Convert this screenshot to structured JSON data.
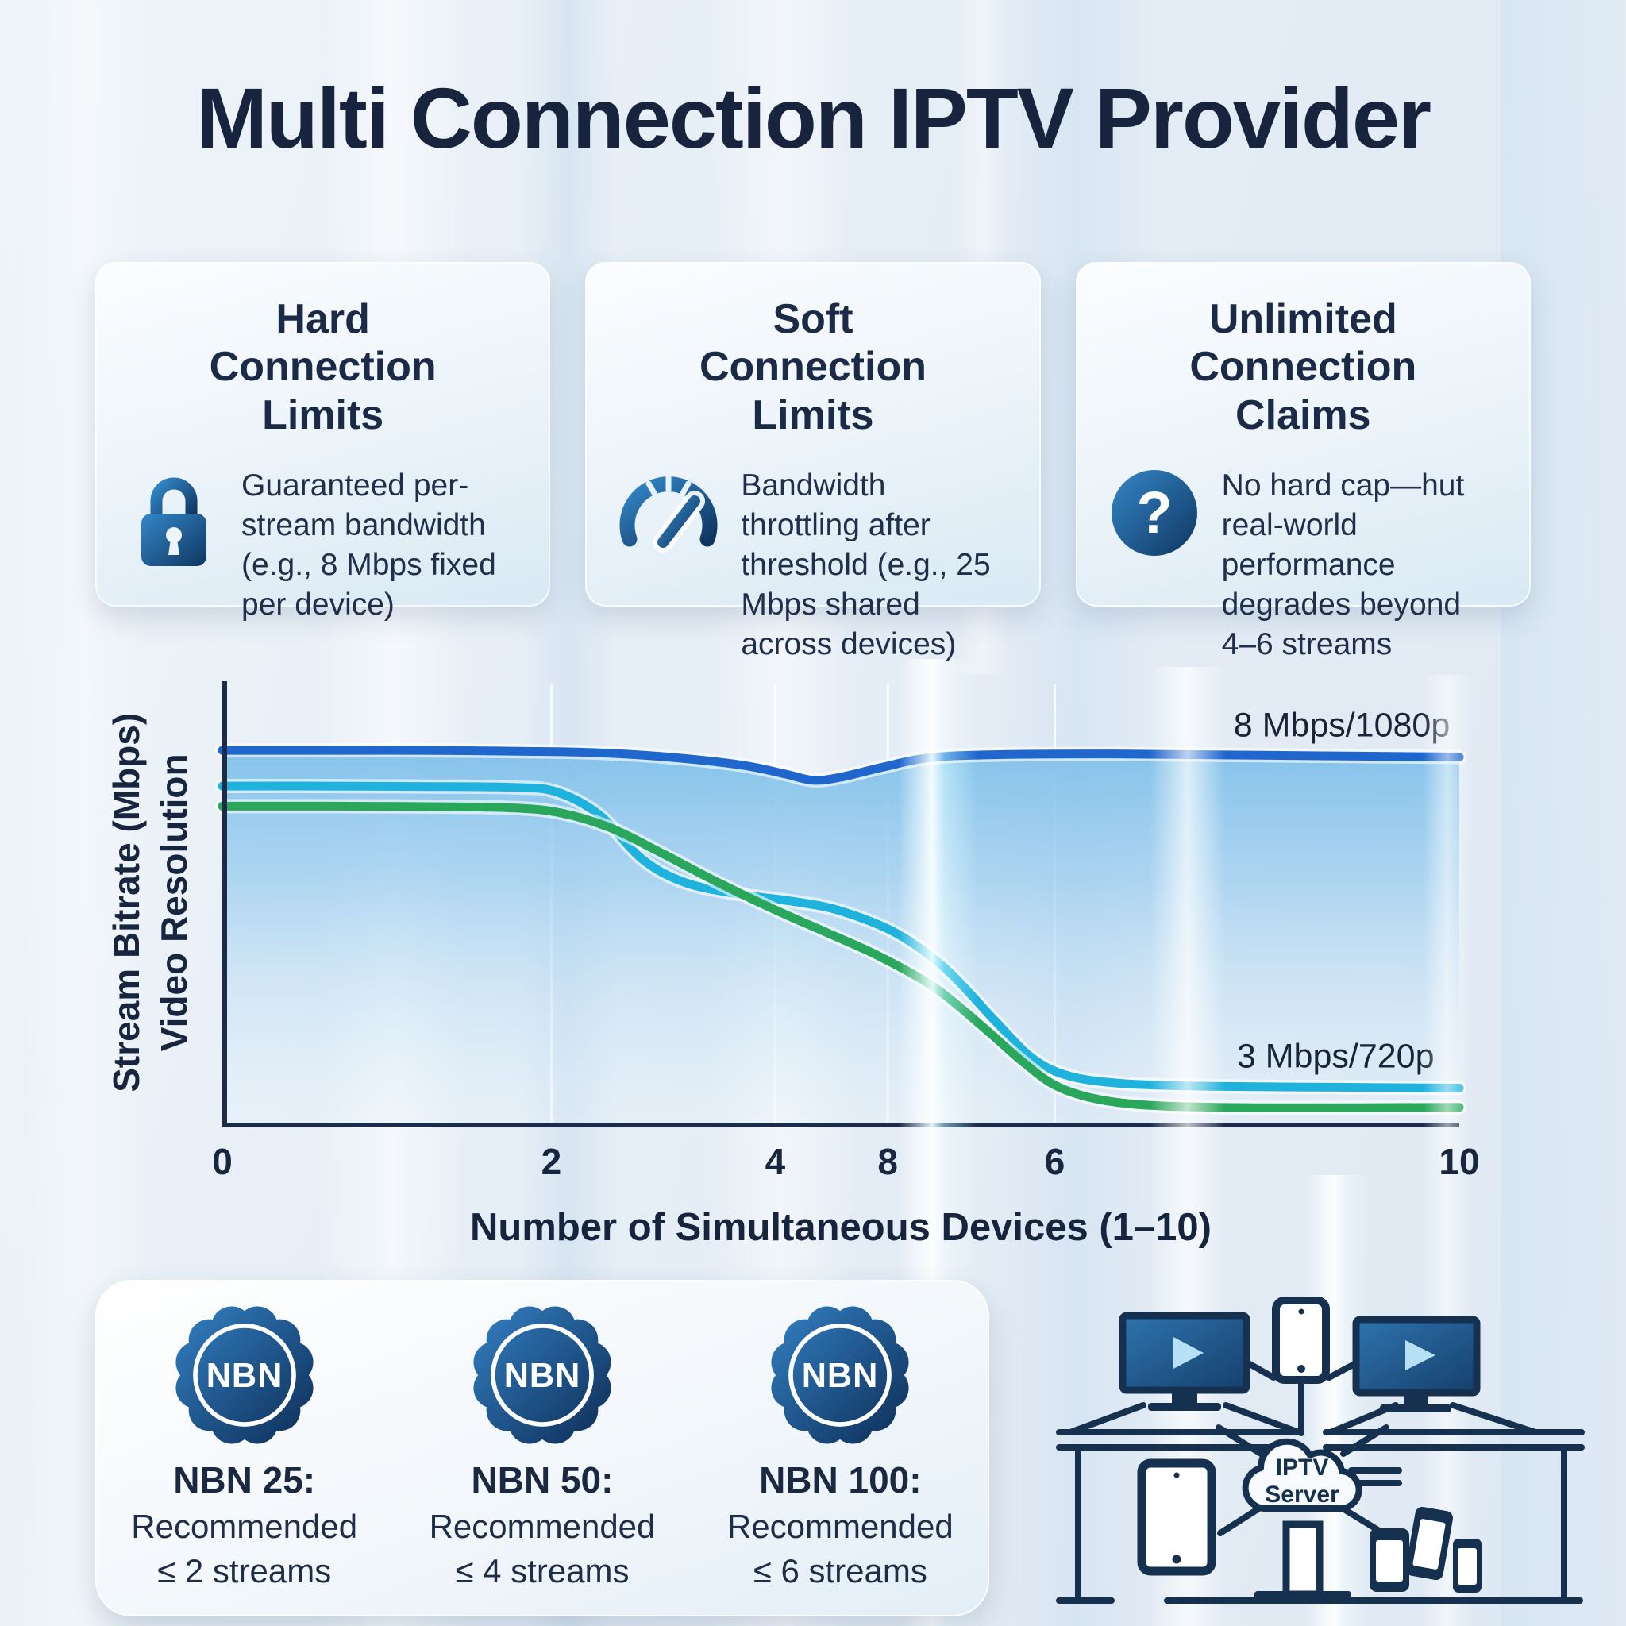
{
  "title": "Multi Connection IPTV Provider",
  "cards": [
    {
      "title": "Hard\nConnection\nLimits",
      "icon": "lock-icon",
      "description": "Guaranteed per-stream bandwidth (e.g., 8 Mbps fixed per device)"
    },
    {
      "title": "Soft\nConnection\nLimits",
      "icon": "speedometer-icon",
      "description": "Bandwidth throttling after threshold (e.g., 25 Mbps shared across devices)"
    },
    {
      "title": "Unlimited\nConnection\nClaims",
      "icon": "question-mark-icon",
      "question_glyph": "?",
      "description": "No hard cap—hut real-world performance degrades beyond 4–6 streams"
    }
  ],
  "chart_data": {
    "type": "line",
    "title": "",
    "xlabel": "Number of Simultaneous Devices (1–10)",
    "ylabel_line1": "Stream Bitrate (Mbps)",
    "ylabel_line2": "Video Resolution",
    "x_range": [
      0,
      10
    ],
    "grid": "vertical-only",
    "legend_position": "none",
    "x_ticks": [
      {
        "label": "0",
        "pos": 0.0
      },
      {
        "label": "2",
        "pos": 0.266
      },
      {
        "label": "4",
        "pos": 0.447
      },
      {
        "label": "8",
        "pos": 0.538
      },
      {
        "label": "6",
        "pos": 0.673
      },
      {
        "label": "10",
        "pos": 1.0
      }
    ],
    "gridline_pos": [
      0.266,
      0.447,
      0.538,
      0.673
    ],
    "annotations": [
      {
        "text": "8 Mbps/1080p",
        "x": 0.905,
        "y": 0.1
      },
      {
        "text": "3 Mbps/720p",
        "x": 0.9,
        "y": 0.842
      }
    ],
    "series": [
      {
        "name": "blue-line-8mbps-1080p",
        "color": "#1f66cd",
        "fill_under": true,
        "points": [
          [
            0,
            0.155
          ],
          [
            0.08,
            0.155
          ],
          [
            0.16,
            0.155
          ],
          [
            0.24,
            0.157
          ],
          [
            0.3,
            0.16
          ],
          [
            0.36,
            0.17
          ],
          [
            0.42,
            0.188
          ],
          [
            0.455,
            0.208
          ],
          [
            0.478,
            0.222
          ],
          [
            0.5,
            0.215
          ],
          [
            0.535,
            0.192
          ],
          [
            0.57,
            0.172
          ],
          [
            0.62,
            0.165
          ],
          [
            0.72,
            0.163
          ],
          [
            0.84,
            0.166
          ],
          [
            1,
            0.17
          ]
        ]
      },
      {
        "name": "cyan-line-shared-bandwidth",
        "color": "#1fb2dc",
        "fill_under": false,
        "points": [
          [
            0,
            0.235
          ],
          [
            0.08,
            0.235
          ],
          [
            0.16,
            0.236
          ],
          [
            0.235,
            0.238
          ],
          [
            0.27,
            0.248
          ],
          [
            0.305,
            0.3
          ],
          [
            0.34,
            0.4
          ],
          [
            0.375,
            0.452
          ],
          [
            0.42,
            0.478
          ],
          [
            0.465,
            0.495
          ],
          [
            0.5,
            0.515
          ],
          [
            0.545,
            0.565
          ],
          [
            0.585,
            0.645
          ],
          [
            0.625,
            0.762
          ],
          [
            0.655,
            0.845
          ],
          [
            0.685,
            0.885
          ],
          [
            0.73,
            0.902
          ],
          [
            0.8,
            0.908
          ],
          [
            0.9,
            0.91
          ],
          [
            1,
            0.912
          ]
        ]
      },
      {
        "name": "green-line-real-world",
        "color": "#2aa75c",
        "fill_under": false,
        "points": [
          [
            0,
            0.28
          ],
          [
            0.08,
            0.28
          ],
          [
            0.16,
            0.281
          ],
          [
            0.235,
            0.284
          ],
          [
            0.275,
            0.296
          ],
          [
            0.315,
            0.33
          ],
          [
            0.355,
            0.385
          ],
          [
            0.4,
            0.45
          ],
          [
            0.445,
            0.51
          ],
          [
            0.49,
            0.565
          ],
          [
            0.53,
            0.615
          ],
          [
            0.575,
            0.685
          ],
          [
            0.615,
            0.775
          ],
          [
            0.648,
            0.855
          ],
          [
            0.675,
            0.908
          ],
          [
            0.71,
            0.938
          ],
          [
            0.76,
            0.952
          ],
          [
            0.85,
            0.956
          ],
          [
            1,
            0.955
          ]
        ]
      }
    ]
  },
  "nbn": {
    "badge_text": "NBN",
    "items": [
      {
        "line1": "NBN 25:",
        "line2": "Recommended",
        "line3": "≤ 2 streams"
      },
      {
        "line1": "NBN 50:",
        "line2": "Recommended",
        "line3": "≤ 4 streams"
      },
      {
        "line1": "NBN 100:",
        "line2": "Recommended",
        "line3": "≤ 6 streams"
      }
    ]
  },
  "diagram": {
    "server_label_line1": "IPTV",
    "server_label_line2": "Server"
  },
  "colors": {
    "title_text": "#18243e",
    "accent_navy": "#16304f",
    "line_blue": "#1f66cd",
    "line_cyan": "#1fb2dc",
    "line_green": "#2aa75c",
    "badge_gradient_start": "#3381c4",
    "badge_gradient_end": "#0d2c55"
  }
}
